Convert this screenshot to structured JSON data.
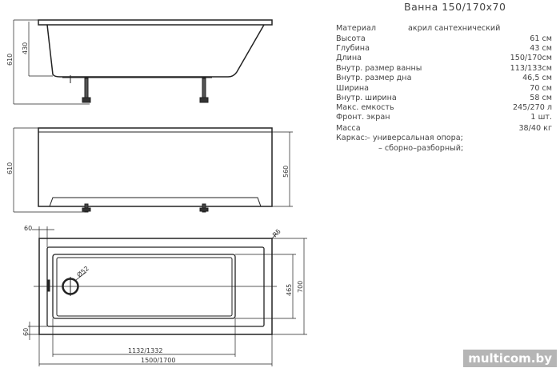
{
  "title": "Ванна   150/170x70",
  "specs": [
    {
      "label": "Материал",
      "mid": "акрил сантехнический",
      "value": ""
    },
    {
      "label": "Высота",
      "value": "61  см"
    },
    {
      "label": "Глубина",
      "value": "43  см"
    },
    {
      "label": "Длина",
      "value": "150/170см"
    },
    {
      "label": "Внутр. размер ванны",
      "value": "113/133см"
    },
    {
      "label": "Внутр. размер дна",
      "value": "46,5  см"
    },
    {
      "label": "Ширина",
      "value": "70  см"
    },
    {
      "label": "Внутр. ширина",
      "value": "58  см"
    },
    {
      "label": "Макс. емкость",
      "value": "245/270 л"
    },
    {
      "label": "Фронт. экран",
      "value": "1  шт."
    },
    {
      "label": "Масса",
      "value": "38/40  кг"
    },
    {
      "label": "Каркас:",
      "mid": "– универсальная опора;",
      "value": ""
    },
    {
      "label": "",
      "mid": "– сборно–разборный;",
      "value": ""
    }
  ],
  "dims": {
    "side_h": "610",
    "side_depth": "430",
    "front_h": "610",
    "front_panel": "560",
    "rim_left": "60",
    "rim_bottom": "60",
    "radius": "R5",
    "drain": "Ø52",
    "inner_w": "465",
    "outer_w": "700",
    "inner_len": "1132/1332",
    "outer_len": "1500/1700"
  },
  "watermark": "multicom.by"
}
